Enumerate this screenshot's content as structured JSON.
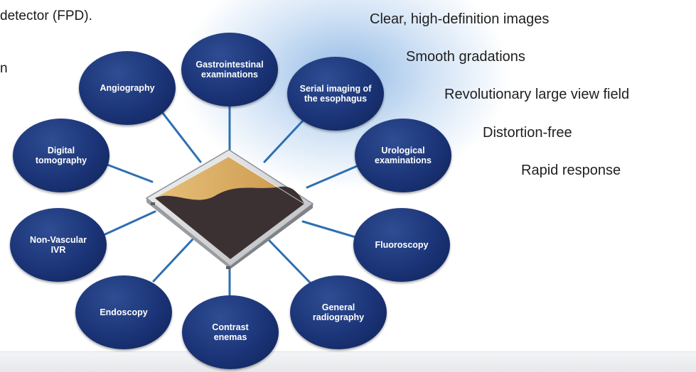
{
  "intro": {
    "line1": "detector (FPD).",
    "line2": "n"
  },
  "features": [
    "Clear, high-definition images",
    "Smooth gradations",
    "Revolutionary large view field",
    "Distortion-free",
    "Rapid response"
  ],
  "applications": {
    "gastrointestinal": [
      "Gastrointestinal",
      "examinations"
    ],
    "angiography": [
      "Angiography"
    ],
    "esophagus": [
      "Serial imaging of",
      "the esophagus"
    ],
    "tomography": [
      "Digital",
      "tomography"
    ],
    "urological": [
      "Urological",
      "examinations"
    ],
    "nonvascular_ivr": [
      "Non-Vascular",
      "IVR"
    ],
    "fluoroscopy": [
      "Fluoroscopy"
    ],
    "endoscopy": [
      "Endoscopy"
    ],
    "general_radiography": [
      "General",
      "radiography"
    ],
    "contrast_enemas": [
      "Contrast",
      "enemas"
    ]
  },
  "colors": {
    "bubble": "#1b3477",
    "connector": "#2d6fb3",
    "glow": "#8fb7e4",
    "panel_top": "#d8a95a",
    "panel_dark": "#3b3133"
  }
}
